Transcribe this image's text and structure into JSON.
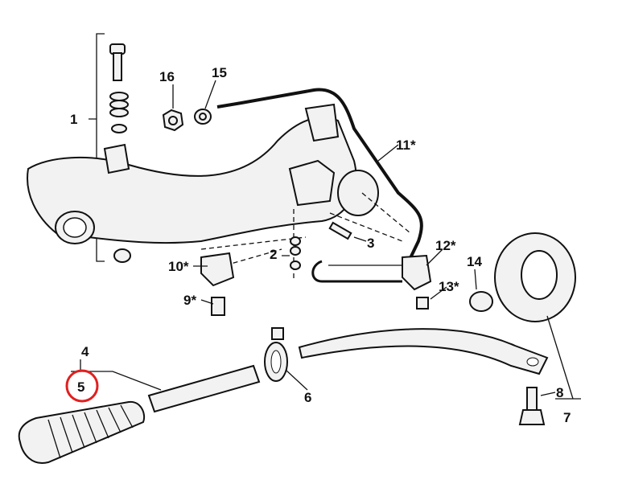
{
  "diagram": {
    "labels": {
      "p1": "1",
      "p2": "2",
      "p3": "3",
      "p4": "4",
      "p5": "5",
      "p6": "6",
      "p7": "7",
      "p8": "8",
      "p9": "9*",
      "p10": "10*",
      "p11": "11*",
      "p12": "12*",
      "p13": "13*",
      "p14": "14",
      "p15": "15",
      "p16": "16"
    },
    "highlight": {
      "label": "5",
      "color": "#e02020"
    }
  }
}
